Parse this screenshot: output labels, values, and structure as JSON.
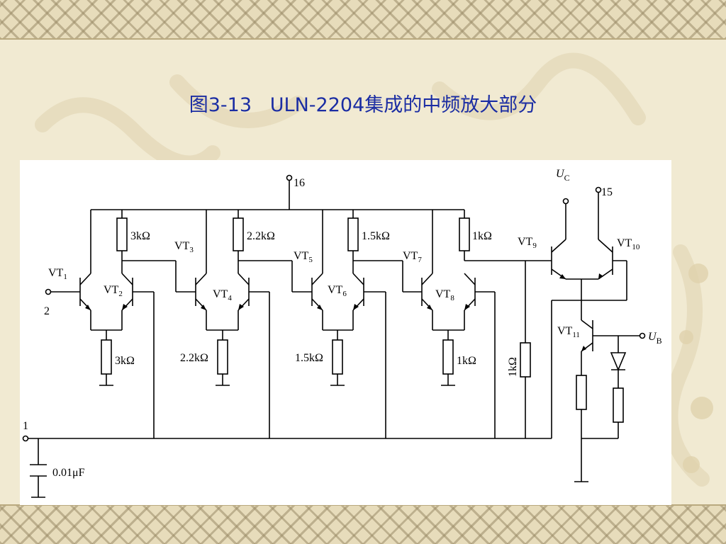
{
  "title": "图3-13   ULN-2204集成的中频放大部分",
  "pins": {
    "p16": "16",
    "p15": "15",
    "p2": "2",
    "p1": "1"
  },
  "transistors": {
    "vt1": "VT",
    "vt1_sub": "1",
    "vt2": "VT",
    "vt2_sub": "2",
    "vt3": "VT",
    "vt3_sub": "3",
    "vt4": "VT",
    "vt4_sub": "4",
    "vt5": "VT",
    "vt5_sub": "5",
    "vt6": "VT",
    "vt6_sub": "6",
    "vt7": "VT",
    "vt7_sub": "7",
    "vt8": "VT",
    "vt8_sub": "8",
    "vt9": "VT",
    "vt9_sub": "9",
    "vt10": "VT",
    "vt10_sub": "10",
    "vt11": "VT",
    "vt11_sub": "11"
  },
  "resistors": {
    "r1_top": "3kΩ",
    "r2_top": "2.2kΩ",
    "r3_top": "1.5kΩ",
    "r4_top": "1kΩ",
    "r1_bot": "3kΩ",
    "r2_bot": "2.2kΩ",
    "r3_bot": "1.5kΩ",
    "r4_bot": "1kΩ",
    "r_bias": "1kΩ"
  },
  "capacitor": "0.01μF",
  "supply": {
    "uc": "U",
    "uc_sub": "C",
    "ub": "U",
    "ub_sub": "B"
  },
  "colors": {
    "title": "#1b2da3",
    "wire": "#000000",
    "background": "#f1ead2",
    "border": "#e7dcbb"
  }
}
